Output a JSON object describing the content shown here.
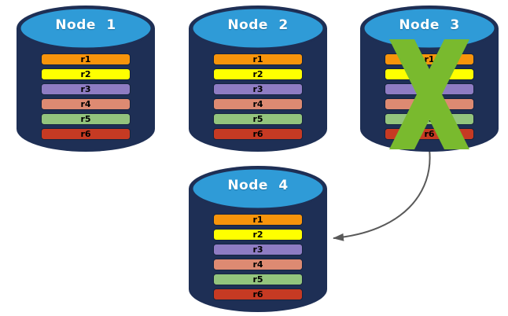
{
  "diagram": {
    "description": "Replicated database rows across nodes; failed node data moved to new node",
    "background": "#FFFFFF",
    "nodes": [
      {
        "label": "Node 1",
        "failed": false
      },
      {
        "label": "Node 2",
        "failed": false
      },
      {
        "label": "Node 3",
        "failed": true
      },
      {
        "label": "Node 4",
        "failed": false
      }
    ],
    "rows": [
      {
        "label": "r1",
        "color": "#F7940B"
      },
      {
        "label": "r2",
        "color": "#FFFF00"
      },
      {
        "label": "r3",
        "color": "#8E7CC3"
      },
      {
        "label": "r4",
        "color": "#DD8A72"
      },
      {
        "label": "r5",
        "color": "#93C47D"
      },
      {
        "label": "r6",
        "color": "#C63A23"
      }
    ],
    "colors": {
      "cylinder_body": "#1E2F55",
      "cylinder_top": "#2F9BD7",
      "node_label_text": "#FFFFFF",
      "row_label_text": "#000000",
      "failure_x": "#79BA2E",
      "arrow": "#595959"
    },
    "arrow": {
      "from": "Node 3",
      "to": "Node 4"
    }
  }
}
